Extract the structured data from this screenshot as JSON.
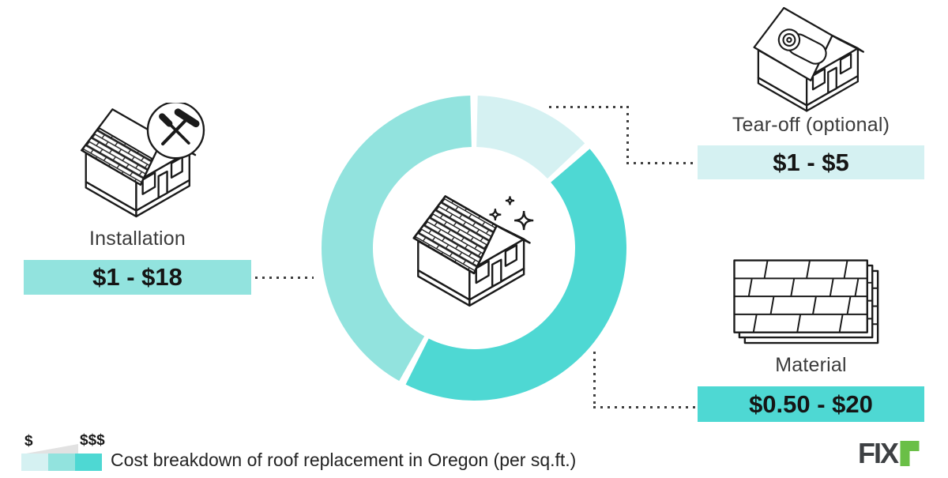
{
  "chart_data": {
    "type": "donut",
    "title": "Cost breakdown of roof replacement in Oregon (per sq.ft.)",
    "center_icon": "house-sparkle-icon",
    "units": "USD per sq.ft.",
    "legend_position": "bottom-left",
    "segments": [
      {
        "label": "Tear-off (optional)",
        "value": "$1 - $5",
        "start_angle": 0,
        "end_angle": 48,
        "color": "#d5f1f2"
      },
      {
        "label": "Material",
        "value": "$0.50 - $20",
        "start_angle": 48,
        "end_angle": 208,
        "color": "#4ed8d3"
      },
      {
        "label": "Installation",
        "value": "$1 - $18",
        "start_angle": 208,
        "end_angle": 360,
        "color": "#92e3de"
      }
    ]
  },
  "callouts": {
    "installation": {
      "label": "Installation",
      "value": "$1 - $18",
      "color": "#92e3de",
      "icon": "house-with-tools-icon"
    },
    "tear_off": {
      "label": "Tear-off (optional)",
      "value": "$1 - $5",
      "color": "#d5f1f2",
      "icon": "house-with-roll-icon"
    },
    "material": {
      "label": "Material",
      "value": "$0.50 - $20",
      "color": "#4ed8d3",
      "icon": "shingle-stack-icon"
    }
  },
  "footer": {
    "scale_min": "$",
    "scale_max": "$$$",
    "swatches": [
      "#d5f1f2",
      "#92e3de",
      "#4ed8d3"
    ],
    "caption": "Cost breakdown of roof replacement in Oregon (per sq.ft.)"
  },
  "brand": {
    "text_main": "FIX",
    "text_accent": "r",
    "main_color": "#3d4043",
    "accent_color": "#6abf47"
  }
}
